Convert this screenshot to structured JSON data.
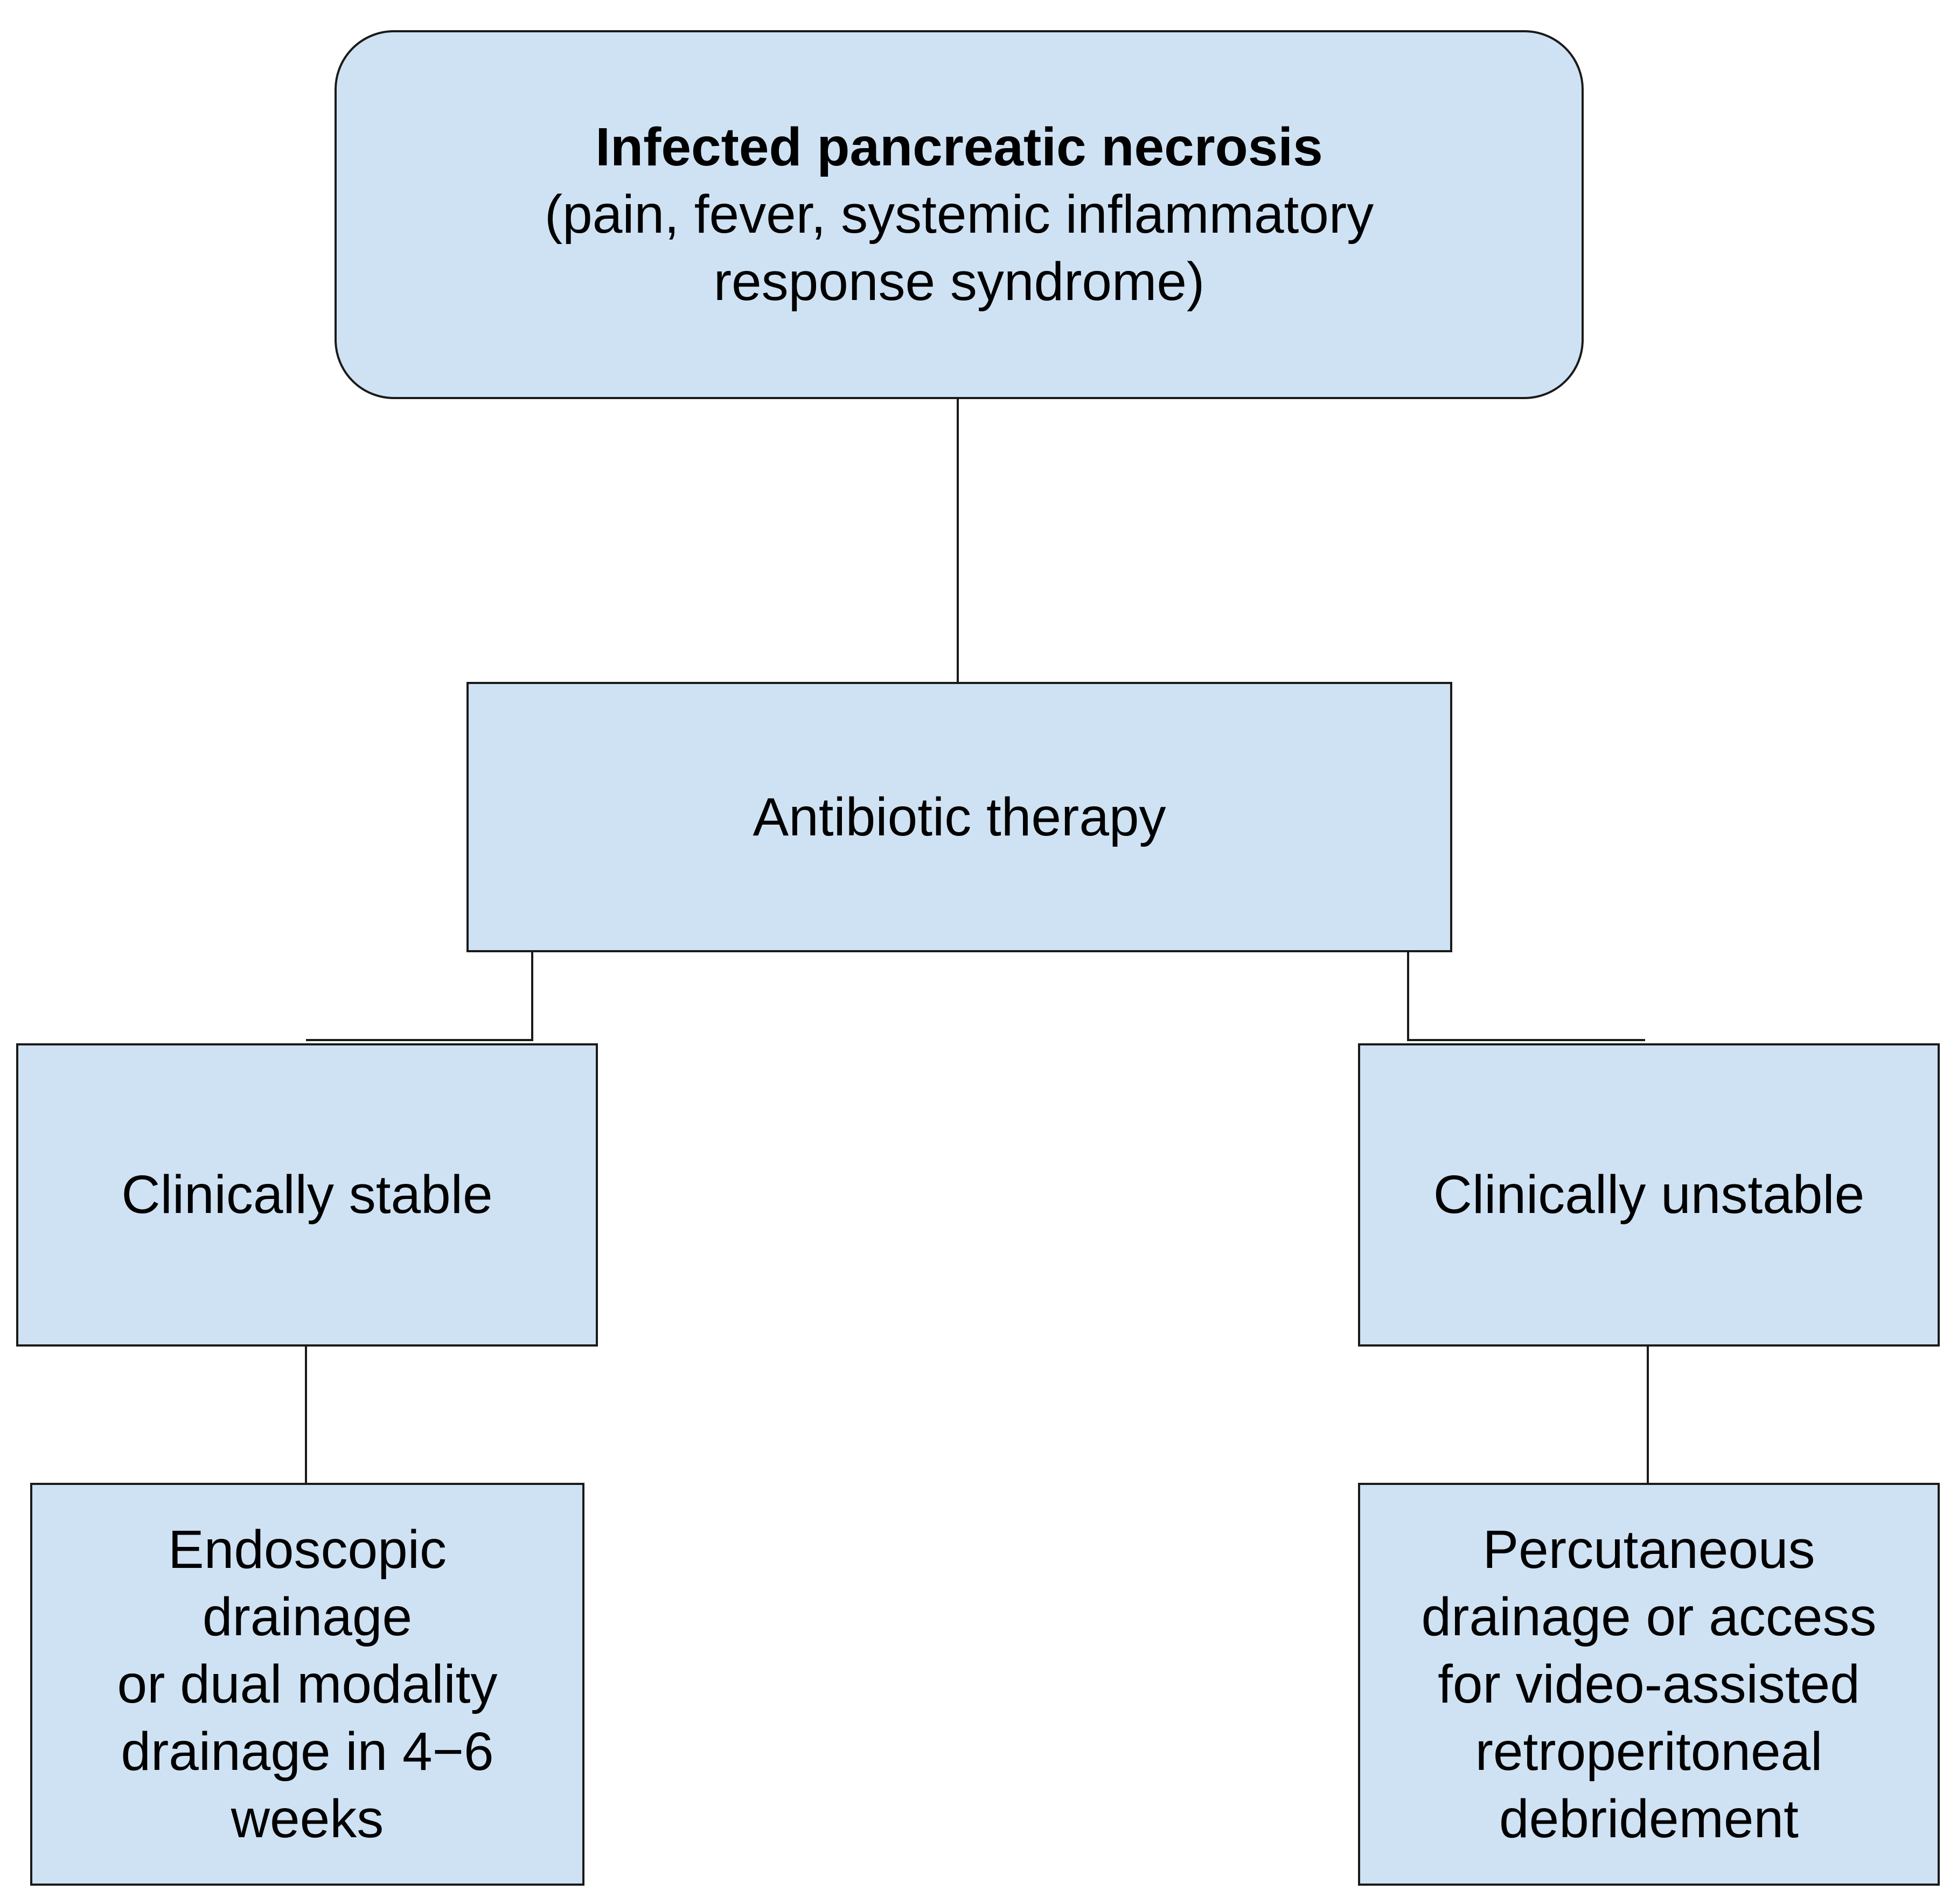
{
  "diagram": {
    "nodes": {
      "root": {
        "title": "Infected pancreatic necrosis",
        "lines": [
          "(pain, fever, systemic inflammatory",
          "response syndrome)"
        ]
      },
      "antibiotic": {
        "label": "Antibiotic therapy"
      },
      "stable": {
        "label": "Clinically stable"
      },
      "unstable": {
        "label": "Clinically unstable"
      },
      "endoscopic": {
        "lines": [
          "Endoscopic",
          "drainage",
          "or dual modality",
          "drainage in 4−6",
          "weeks"
        ]
      },
      "percutaneous": {
        "lines": [
          "Percutaneous",
          "drainage or access",
          "for video-assisted",
          "retroperitoneal",
          "debridement"
        ]
      }
    },
    "edges": [
      {
        "from": "root",
        "to": "antibiotic"
      },
      {
        "from": "antibiotic",
        "to": "stable"
      },
      {
        "from": "antibiotic",
        "to": "unstable"
      },
      {
        "from": "stable",
        "to": "endoscopic"
      },
      {
        "from": "unstable",
        "to": "percutaneous"
      }
    ],
    "colors": {
      "box_fill": "#cfe2f3",
      "box_border": "#1a1a1a",
      "connector": "#1a1a1a",
      "background": "#ffffff"
    }
  }
}
